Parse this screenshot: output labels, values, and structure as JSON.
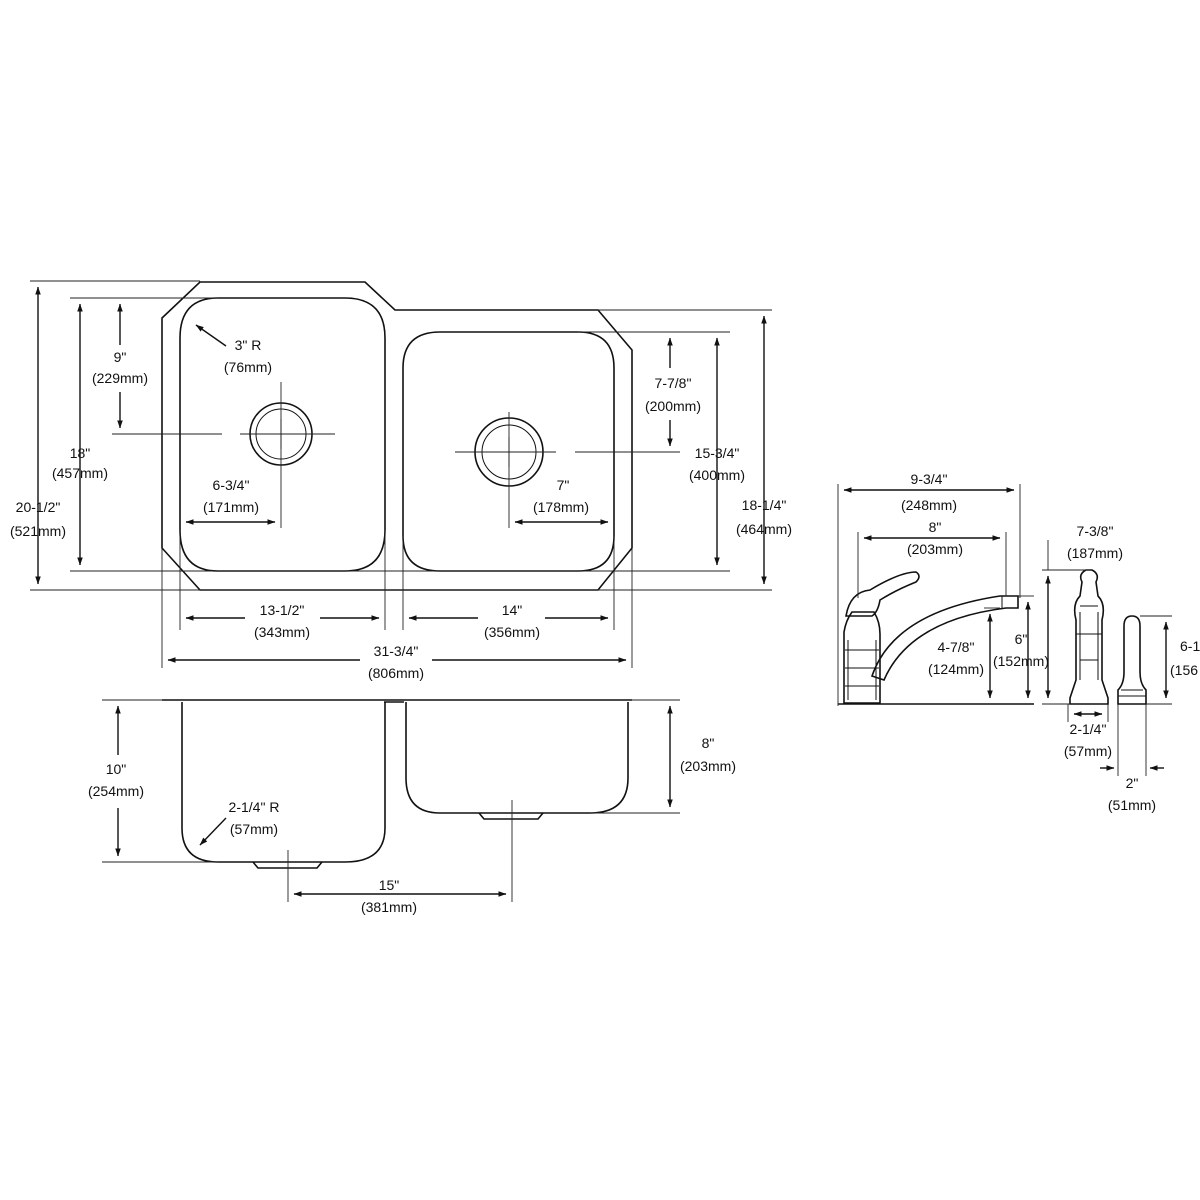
{
  "dims": {
    "overall_depth_in": "20-1/2\"",
    "overall_depth_mm": "(521mm)",
    "bowl_depth_in": "18\"",
    "bowl_depth_mm": "(457mm)",
    "drain_from_back_in": "9\"",
    "drain_from_back_mm": "(229mm)",
    "corner_radius_in": "3\" R",
    "corner_radius_mm": "(76mm)",
    "left_drain_offset_in": "6-3/4\"",
    "left_drain_offset_mm": "(171mm)",
    "right_drain_from_back_in": "7-7/8\"",
    "right_drain_from_back_mm": "(200mm)",
    "right_bowl_depth_in": "15-3/4\"",
    "right_bowl_depth_mm": "(400mm)",
    "right_overall_depth_in": "18-1/4\"",
    "right_overall_depth_mm": "(464mm)",
    "right_drain_offset_in": "7\"",
    "right_drain_offset_mm": "(178mm)",
    "left_bowl_width_in": "13-1/2\"",
    "left_bowl_width_mm": "(343mm)",
    "right_bowl_width_in": "14\"",
    "right_bowl_width_mm": "(356mm)",
    "overall_width_in": "31-3/4\"",
    "overall_width_mm": "(806mm)",
    "left_bowl_height_in": "10\"",
    "left_bowl_height_mm": "(254mm)",
    "right_bowl_height_in": "8\"",
    "right_bowl_height_mm": "(203mm)",
    "bottom_radius_in": "2-1/4\" R",
    "bottom_radius_mm": "(57mm)",
    "drain_spacing_in": "15\"",
    "drain_spacing_mm": "(381mm)"
  },
  "faucet": {
    "reach_in": "9-3/4\"",
    "reach_mm": "(248mm)",
    "spout_reach_in": "8\"",
    "spout_reach_mm": "(203mm)",
    "spout_height_in": "4-7/8\"",
    "spout_height_mm": "(124mm)",
    "faucet_height_in": "6\"",
    "faucet_height_mm": "(152mm)",
    "side_height_in": "7-3/8\"",
    "side_height_mm": "(187mm)",
    "base_width_in": "2-1/4\"",
    "base_width_mm": "(57mm)",
    "spray_height_in": "6-1",
    "spray_height_mm": "(156",
    "spray_width_in": "2\"",
    "spray_width_mm": "(51mm)"
  }
}
